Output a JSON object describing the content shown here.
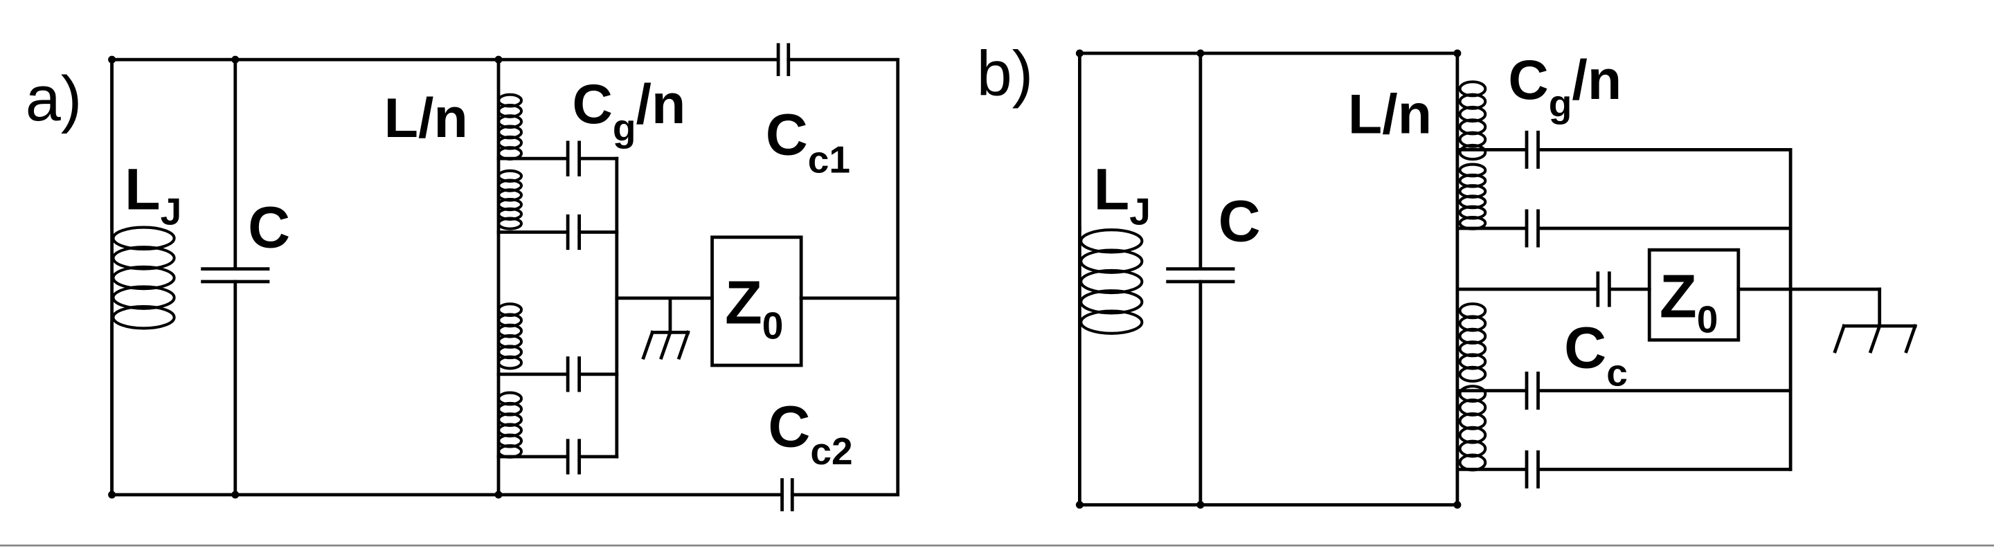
{
  "panel_a": {
    "tag": "a)",
    "LJ": {
      "main": "L",
      "sub": "J"
    },
    "C": "C",
    "Ln": "L/n",
    "Cgn": {
      "main": "C",
      "sub": "g",
      "tail": "/n"
    },
    "Cc1": {
      "main": "C",
      "sub": "c1"
    },
    "Cc2": {
      "main": "C",
      "sub": "c2"
    },
    "Z0": {
      "main": "Z",
      "sub": "0"
    }
  },
  "panel_b": {
    "tag": "b)",
    "LJ": {
      "main": "L",
      "sub": "J"
    },
    "C": "C",
    "Ln": "L/n",
    "Cgn": {
      "main": "C",
      "sub": "g",
      "tail": "/n"
    },
    "Cc": {
      "main": "C",
      "sub": "c"
    },
    "Z0": {
      "main": "Z",
      "sub": "0"
    }
  }
}
